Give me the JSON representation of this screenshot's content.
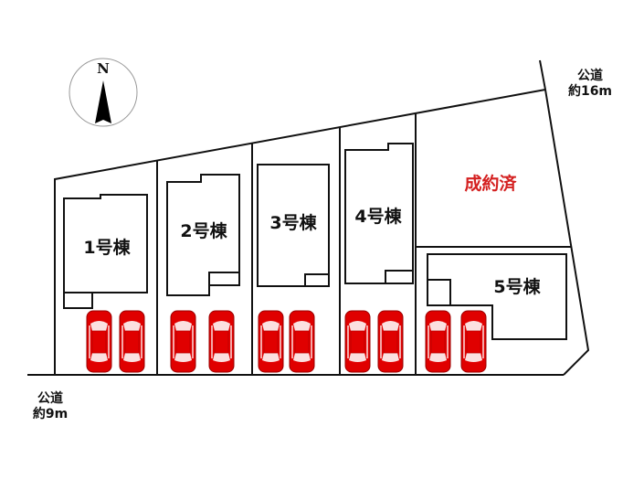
{
  "compass": {
    "label": "N"
  },
  "lots": [
    {
      "label": "1号棟"
    },
    {
      "label": "2号棟"
    },
    {
      "label": "3号棟"
    },
    {
      "label": "4号棟"
    },
    {
      "label": "5号棟"
    }
  ],
  "sold_lot": {
    "label": "成約済"
  },
  "roads": {
    "north_east": {
      "name": "公道",
      "width": "約16m"
    },
    "south": {
      "name": "公道",
      "width": "約9m"
    }
  },
  "colors": {
    "car": "#e00000",
    "sold_text": "#d42020",
    "lines": "#111111"
  }
}
